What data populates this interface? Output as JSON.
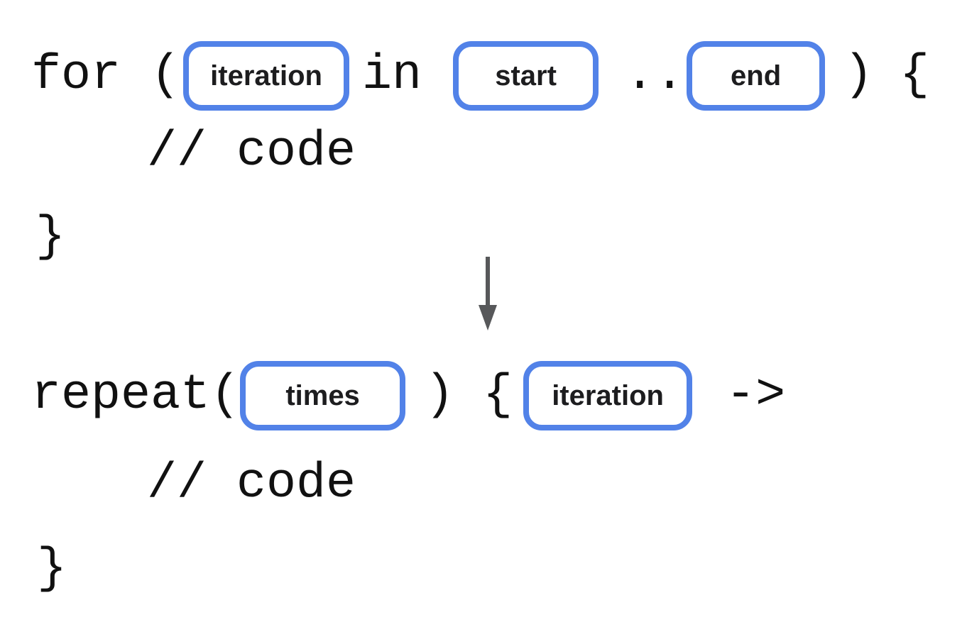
{
  "colors": {
    "background": "#ffffff",
    "slot_border": "#5282e8",
    "code_text": "#111111",
    "label_text": "#1d1d1f",
    "arrow": "#57585a"
  },
  "before": {
    "signature": [
      {
        "kind": "code",
        "text": "for ("
      },
      {
        "kind": "slot",
        "text": "iteration"
      },
      {
        "kind": "code",
        "text": "in"
      },
      {
        "kind": "slot",
        "text": "start"
      },
      {
        "kind": "code",
        "text": ".."
      },
      {
        "kind": "slot",
        "text": "end"
      },
      {
        "kind": "code",
        "text": ")"
      },
      {
        "kind": "code",
        "text": "{"
      }
    ],
    "body_comment": "// code",
    "closing_brace": "}"
  },
  "arrow": {
    "icon": "down-arrow"
  },
  "after": {
    "signature": [
      {
        "kind": "code",
        "text": "repeat("
      },
      {
        "kind": "slot",
        "text": "times"
      },
      {
        "kind": "code",
        "text": ")"
      },
      {
        "kind": "code",
        "text": "{"
      },
      {
        "kind": "slot",
        "text": "iteration"
      },
      {
        "kind": "code",
        "text": "->"
      }
    ],
    "body_comment": "// code",
    "closing_brace": "}"
  }
}
